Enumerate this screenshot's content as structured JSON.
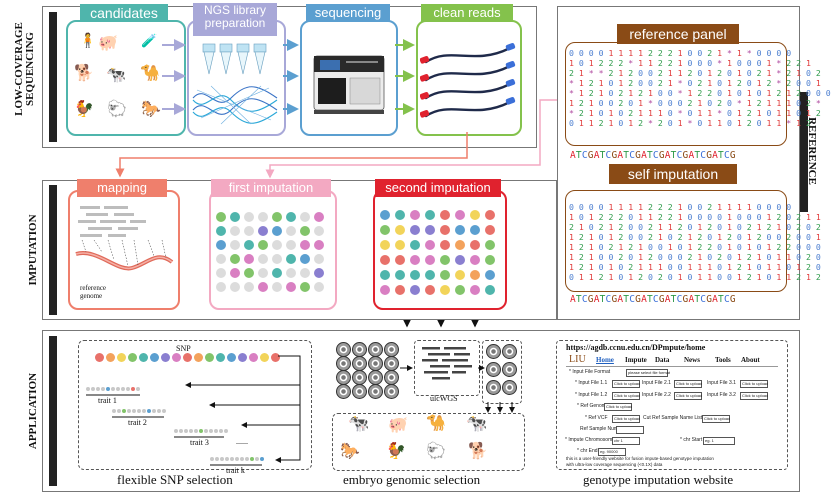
{
  "sections": {
    "low_coverage": "LOW-COVERAGE\nSEQUENCING",
    "imputation": "IMPUTATION",
    "application": "APPLICATION",
    "reference": "REFERENCE"
  },
  "stages": {
    "candidates": "candidates",
    "ngs": "NGS library\npreparation",
    "sequencing": "sequencing",
    "clean_reads": "clean reads",
    "reference_panel": "reference panel",
    "self_imputation": "self imputation",
    "mapping": "mapping",
    "first_imputation": "first imputation",
    "second_imputation": "second imputation"
  },
  "mapping_label": "reference\ngenome",
  "reference_matrix": [
    "0 0 0 0 1 1 1 1 2 2 2 1 0 0 2 1 * 1 * 0 0 0 0",
    "1 0 1 2 2 2 * 1 1 2 2 1 0 0 0 * 1 0 0 0 1 * 2 2 1",
    "2 1 * * 2 1 2 0 0 2 1 1 2 0 1 2 0 1 0 2 1 * 2 1 0 2",
    "* 1 2 1 0 1 2 0 0 2 1 * 0 2 1 0 1 2 0 1 2 * 2 0 0 1",
    "* 1 2 1 0 2 1 2 1 0 0 * 1 2 2 0 1 0 1 0 1 2 1 2 0 0 0",
    "1 2 1 0 0 2 0 1 * 0 0 0 2 1 0 2 0 * 1 2 1 1 1 0 2 *",
    "* 2 1 0 1 0 2 1 1 1 0 * 0 1 1 * 0 1 2 1 0 1 1 0 1 2",
    "0 1 1 2 1 0 1 2 * 2 0 1 * 0 1 1 0 1 2 0 1 1 * 1 2"
  ],
  "self_matrix": [
    "0 0 0 0 1 1 1 1 2 2 2 1 0 0 2 1 1 1 1 0 0 0 0",
    "1 0 1 2 2 2 0 1 1 2 2 1 0 0 0 0 1 0 0 0 1 2 0 2 1 1",
    "2 1 0 2 1 2 0 0 2 1 1 2 0 1 2 0 1 0 2 1 2 1 0 2 0 2",
    "1 2 1 0 1 2 0 0 2 1 0 2 1 2 0 1 2 0 1 2 0 0 2 0 0 1",
    "1 2 1 0 2 1 2 1 0 0 1 0 1 2 2 0 1 0 1 0 1 2 2 0 0 0",
    "1 2 1 0 0 2 0 1 2 0 0 0 2 1 0 2 0 1 2 1 0 1 1 0 2 0",
    "1 2 1 0 1 0 2 1 1 1 0 0 1 1 1 0 1 2 1 0 1 1 0 1 2 0",
    "0 1 1 2 1 0 1 2 0 2 0 1 0 1 1 0 0 1 2 1 0 1 1 2 1 2"
  ],
  "dna_top": "ATCGATCGATCGATCGATCGATCGATCG",
  "dna_bottom": "ATCGATCGATCGATCGATCGATCGATCG",
  "application": {
    "snp_label": "SNP",
    "traits": [
      "trait 1",
      "trait 2",
      "trait 3",
      "trait k"
    ],
    "ellipsis": "......",
    "ulcwgs": "ulcWGS",
    "captions": {
      "flexible": "flexible SNP selection",
      "embryo": "embryo genomic selection",
      "website": "genotype imputation website"
    },
    "website": {
      "url": "https://agdb.ccnu.edu.cn/DPmpute/home",
      "logo": "LIU",
      "nav": [
        "Home",
        "Impute",
        "Data",
        "News",
        "Tools",
        "About"
      ],
      "input_format": "* Input File Format",
      "input_format_value": "please select file format",
      "files": [
        "* Input File 1.1",
        "Input File 2.1",
        "Input File 3.1",
        "* Input File 1.2",
        "Input File 2.2",
        "Input File 3.2"
      ],
      "click_upload": "Click to upload",
      "ref_genome": "* Ref Genome",
      "ref_vcf": "* Ref VCF",
      "cut_ref": "Cut Ref Sample Name List",
      "ref_sample": "Ref Sample Num",
      "chromosome": "* Impute Chromosome",
      "chromosome_value": "chr 1",
      "chr_start": "* chr Start",
      "chr_start_value": "eg. 1",
      "chr_end": "* chr End",
      "chr_end_value": "eg. 90000",
      "footer": "this is a user-friendly website for fusion impute-based genotype imputation\nwith ultra-low coverage sequencing (<0.1X) data"
    }
  },
  "colors": {
    "teal": "#4fb5ac",
    "lilac": "#a8a8d8",
    "blue": "#5b9fd0",
    "green": "#84c24c",
    "salmon": "#ef7f6c",
    "pink": "#f3a9c2",
    "red": "#e0222e",
    "brown": "#8a4b16"
  }
}
